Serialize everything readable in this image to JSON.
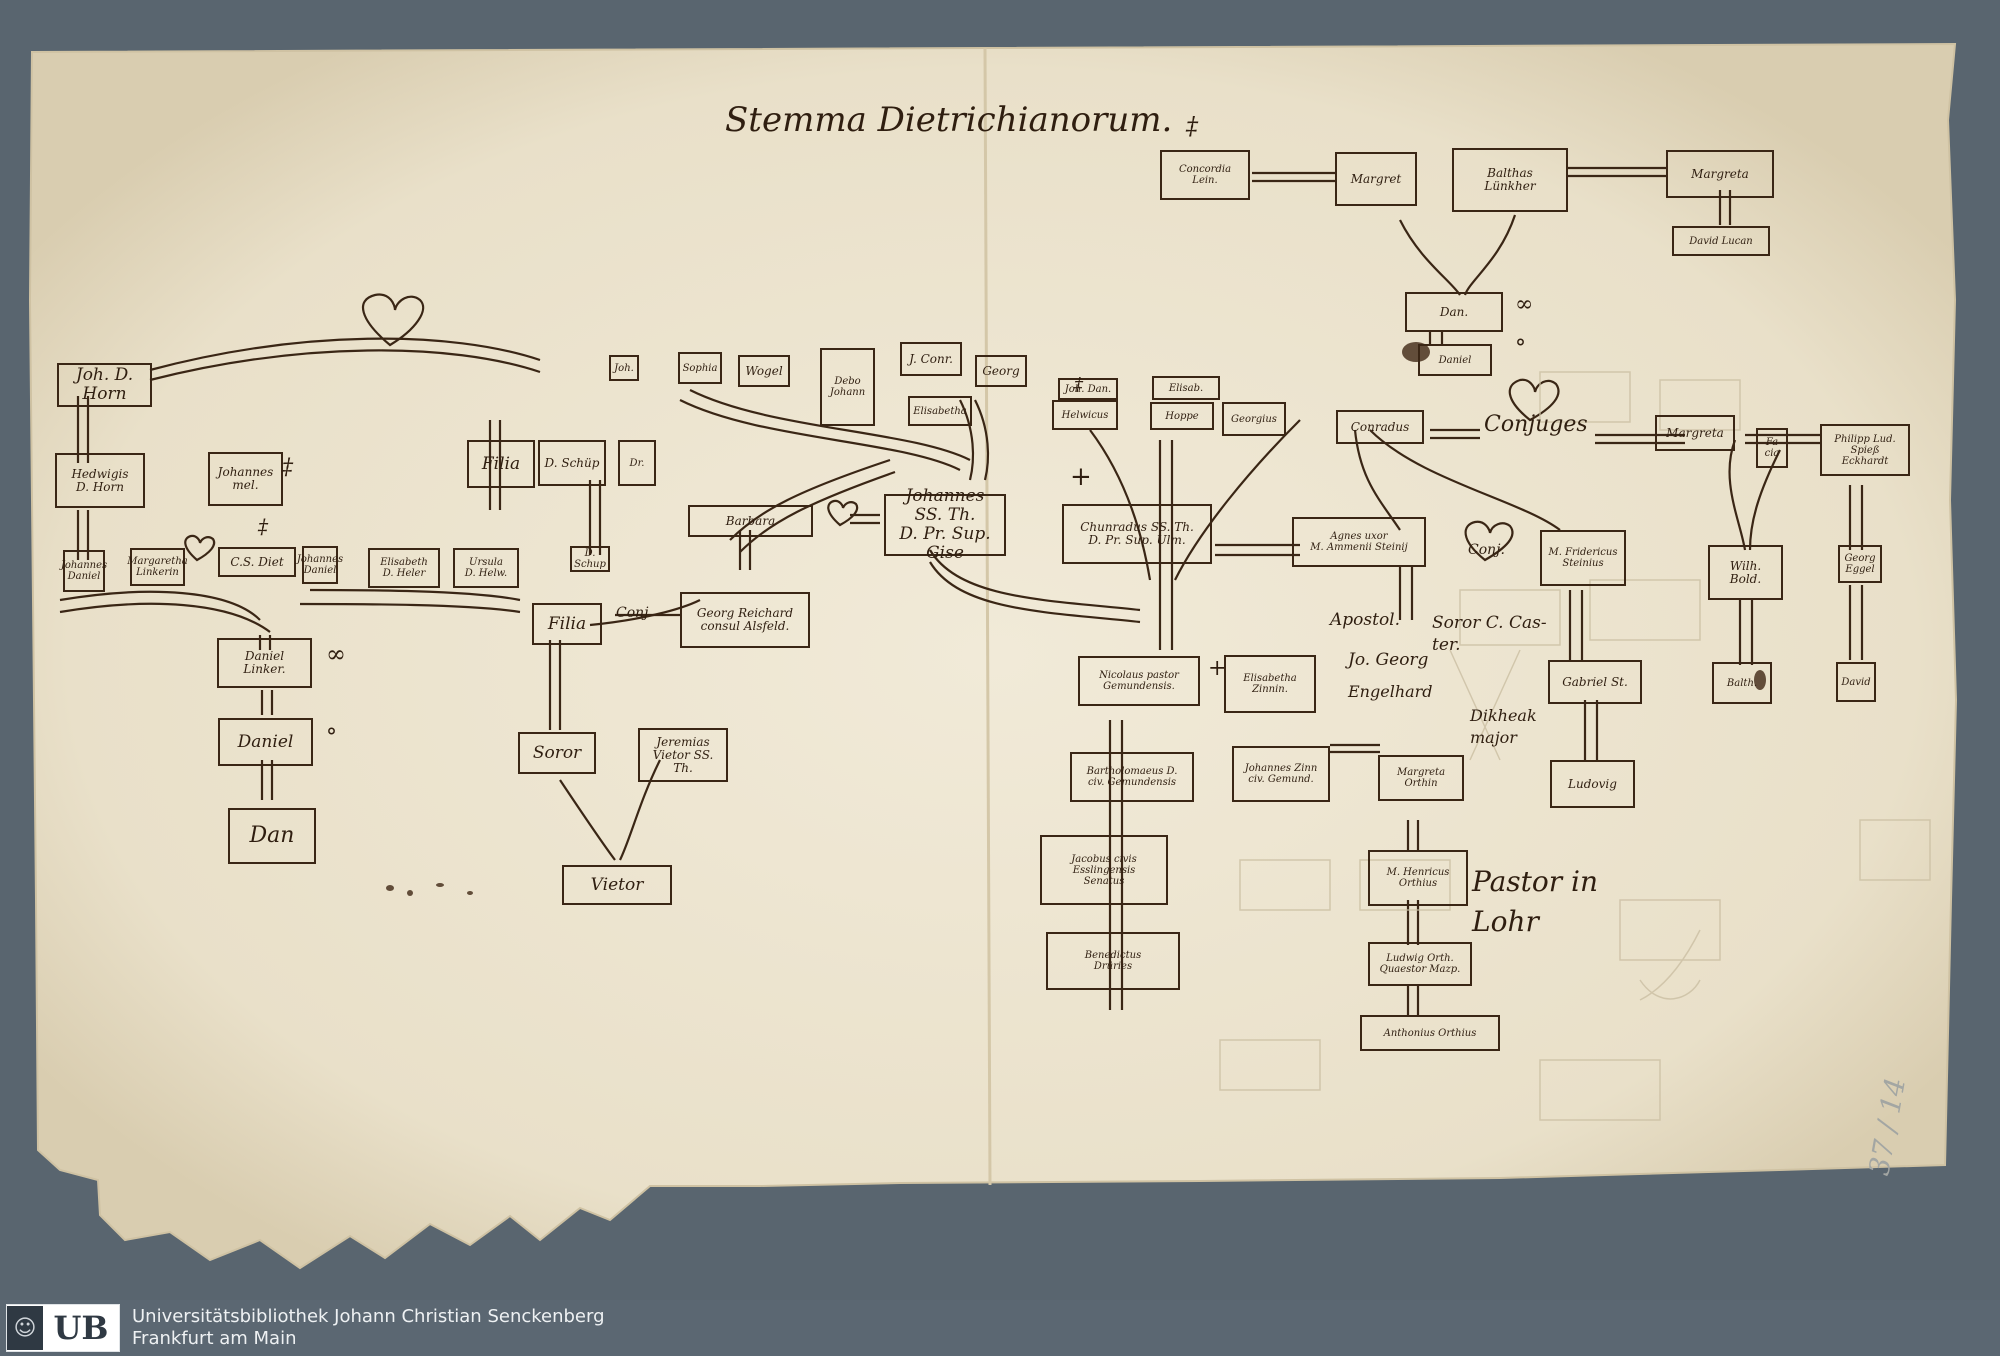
{
  "document": {
    "title": "Stemma Dietrichianorum.",
    "nodes": [
      {
        "id": "n1",
        "text": "Joh. D. Horn"
      },
      {
        "id": "n2",
        "text": "Hedwigis\nD. Horn"
      },
      {
        "id": "n3",
        "text": "Johannes\nmel."
      },
      {
        "id": "n4",
        "text": "Johannes\nDaniel"
      },
      {
        "id": "n5",
        "text": "Margaretha\nLinkerin"
      },
      {
        "id": "n6",
        "text": "C.S. Diet"
      },
      {
        "id": "n7",
        "text": "Johannes\nDaniel"
      },
      {
        "id": "n8",
        "text": "Elisabeth\nD. Heler"
      },
      {
        "id": "n9",
        "text": "Ursula\nD. Helw."
      },
      {
        "id": "n10",
        "text": "Filia"
      },
      {
        "id": "n11",
        "text": "D. Schüp"
      },
      {
        "id": "n12",
        "text": "Dr."
      },
      {
        "id": "n13",
        "text": "D. Schup"
      },
      {
        "id": "n14",
        "text": "Daniel\nLinker."
      },
      {
        "id": "n15",
        "text": "Daniel"
      },
      {
        "id": "n16",
        "text": "Dan"
      },
      {
        "id": "n17",
        "text": "Joh."
      },
      {
        "id": "n18",
        "text": "Sophia"
      },
      {
        "id": "n19",
        "text": "Wogel"
      },
      {
        "id": "n20",
        "text": "Debo\nJohann"
      },
      {
        "id": "n21",
        "text": "J. Conr."
      },
      {
        "id": "n22",
        "text": "Georg"
      },
      {
        "id": "n23",
        "text": "Elisabetha"
      },
      {
        "id": "n24",
        "text": "Barbara"
      },
      {
        "id": "n25",
        "text": "Johannes SS. Th.\nD. Pr. Sup. Gise"
      },
      {
        "id": "n26",
        "text": "Filia"
      },
      {
        "id": "n27",
        "text": "Georg Reichard\nconsul Alsfeld."
      },
      {
        "id": "n28",
        "text": "Soror"
      },
      {
        "id": "n29",
        "text": "Jeremias\nVietor SS. Th."
      },
      {
        "id": "n30",
        "text": "Vietor"
      },
      {
        "id": "n31",
        "text": "Joh. Dan."
      },
      {
        "id": "n32",
        "text": "Helwicus"
      },
      {
        "id": "n33",
        "text": "Elisab."
      },
      {
        "id": "n34",
        "text": "Hoppe"
      },
      {
        "id": "n35",
        "text": "Georgius"
      },
      {
        "id": "n36",
        "text": "Chunradus SS. Th.\nD. Pr. Sup. Ulm."
      },
      {
        "id": "n37",
        "text": "Conradus"
      },
      {
        "id": "n38",
        "text": "Agnes uxor\nM. Ammenii Steinij"
      },
      {
        "id": "n39",
        "text": "M. Fridericus\nSteinius"
      },
      {
        "id": "n40",
        "text": "Margreta"
      },
      {
        "id": "n41",
        "text": "Fa\ncia"
      },
      {
        "id": "n42",
        "text": "Philipp Lud.\nSpieß Eckhardt"
      },
      {
        "id": "n43",
        "text": "Wilh. Bold."
      },
      {
        "id": "n44",
        "text": "Georg Eggel"
      },
      {
        "id": "n45",
        "text": "Balth."
      },
      {
        "id": "n46",
        "text": "David"
      },
      {
        "id": "n47",
        "text": "Gabriel St."
      },
      {
        "id": "n48",
        "text": "Ludovig"
      },
      {
        "id": "n49",
        "text": "Nicolaus pastor\nGemundensis."
      },
      {
        "id": "n50",
        "text": "Elisabetha\nZinnin."
      },
      {
        "id": "n51",
        "text": "Bartholomaeus D.\nciv. Gemundensis"
      },
      {
        "id": "n52",
        "text": "Johannes Zinn\nciv. Gemund."
      },
      {
        "id": "n53",
        "text": "Margreta\nOrthin"
      },
      {
        "id": "n54",
        "text": "Jacobus civis\nEsslingensis\nSenatus"
      },
      {
        "id": "n55",
        "text": "M. Henricus\nOrthius"
      },
      {
        "id": "n56",
        "text": "Benedictus\nDrüries"
      },
      {
        "id": "n57",
        "text": "Ludwig Orth.\nQuaestor Mazp."
      },
      {
        "id": "n58",
        "text": "Anthonius Orthius"
      },
      {
        "id": "n59",
        "text": "Concordia\nLein."
      },
      {
        "id": "n60",
        "text": "Margret"
      },
      {
        "id": "n61",
        "text": "Balthas\nLünkher"
      },
      {
        "id": "n62",
        "text": "Margreta"
      },
      {
        "id": "n63",
        "text": "David Lucan"
      },
      {
        "id": "n64",
        "text": "Dan."
      },
      {
        "id": "n65",
        "text": "Daniel"
      }
    ],
    "marginalia": {
      "conjuges": "Conjuges",
      "conj1": "Conj",
      "conj2": "Conj.",
      "apostol": "Apostol.",
      "soror": "Soror C. Cas-\nter.",
      "jo_georg": "Jo. Georg",
      "engelhard": "Engelhard",
      "dikheak": "Dikheak\nmajor",
      "pastor": "Pastor in\nLohr",
      "infinity1": "∞",
      "infinity2": "∞",
      "degree1": "°",
      "degree2": "°",
      "dagger_top": "‡",
      "dagger1": "‡",
      "dagger2": "‡",
      "dagger3": "‡",
      "cross1": "+",
      "cross2": "+",
      "shelf": "37 / 14"
    }
  },
  "footer": {
    "logo_text": "UB",
    "institution_line1": "Universitätsbibliothek Johann Christian Senckenberg",
    "institution_line2": "Frankfurt am Main"
  },
  "colors": {
    "paper": "#efe8d6",
    "ink": "#2f1e10",
    "background": "#59656f",
    "footer_bg": "#5b6772"
  }
}
